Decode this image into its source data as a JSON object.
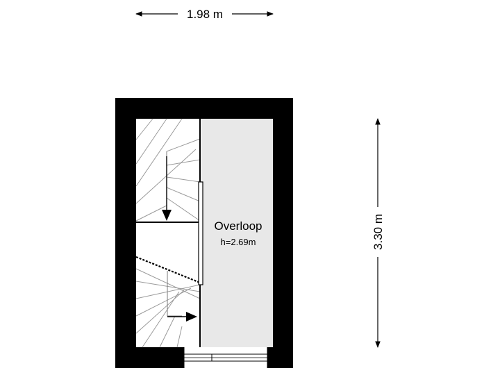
{
  "dimensions": {
    "width_label": "1.98 m",
    "height_label": "3.30 m"
  },
  "room": {
    "name": "Overloop",
    "height": "h=2.69m"
  },
  "colors": {
    "wall": "#000000",
    "floor": "#e8e8e8",
    "stair_lines": "#9a9a9a",
    "background": "#ffffff"
  }
}
